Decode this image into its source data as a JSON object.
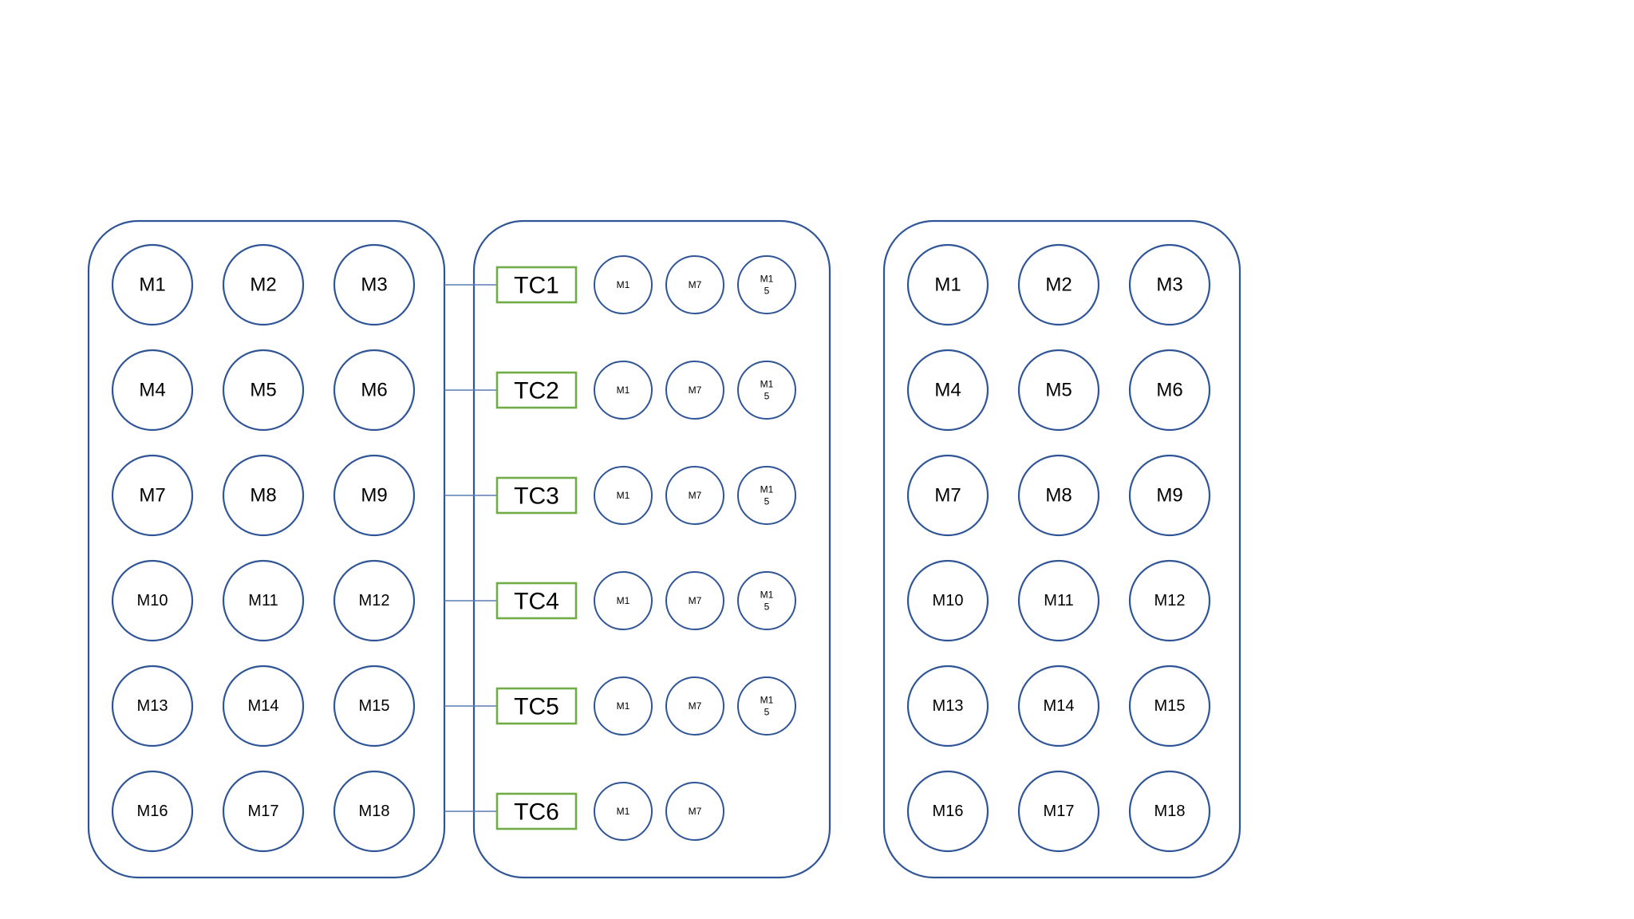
{
  "left_panel": {
    "modules": [
      "M1",
      "M2",
      "M3",
      "M4",
      "M5",
      "M6",
      "M7",
      "M8",
      "M9",
      "M10",
      "M11",
      "M12",
      "M13",
      "M14",
      "M15",
      "M16",
      "M17",
      "M18"
    ]
  },
  "middle_panel": {
    "rows": [
      {
        "tc": "TC1",
        "modules": [
          "M1",
          "M7",
          "M1\n5"
        ]
      },
      {
        "tc": "TC2",
        "modules": [
          "M1",
          "M7",
          "M1\n5"
        ]
      },
      {
        "tc": "TC3",
        "modules": [
          "M1",
          "M7",
          "M1\n5"
        ]
      },
      {
        "tc": "TC4",
        "modules": [
          "M1",
          "M7",
          "M1\n5"
        ]
      },
      {
        "tc": "TC5",
        "modules": [
          "M1",
          "M7",
          "M1\n5"
        ]
      },
      {
        "tc": "TC6",
        "modules": [
          "M1",
          "M7"
        ]
      }
    ]
  },
  "right_panel": {
    "modules": [
      "M1",
      "M2",
      "M3",
      "M4",
      "M5",
      "M6",
      "M7",
      "M8",
      "M9",
      "M10",
      "M11",
      "M12",
      "M13",
      "M14",
      "M15",
      "M16",
      "M17",
      "M18"
    ]
  },
  "colors": {
    "outline": "#2f5597",
    "tc_box": "#70ad47",
    "connector": "#5b7bb6"
  }
}
